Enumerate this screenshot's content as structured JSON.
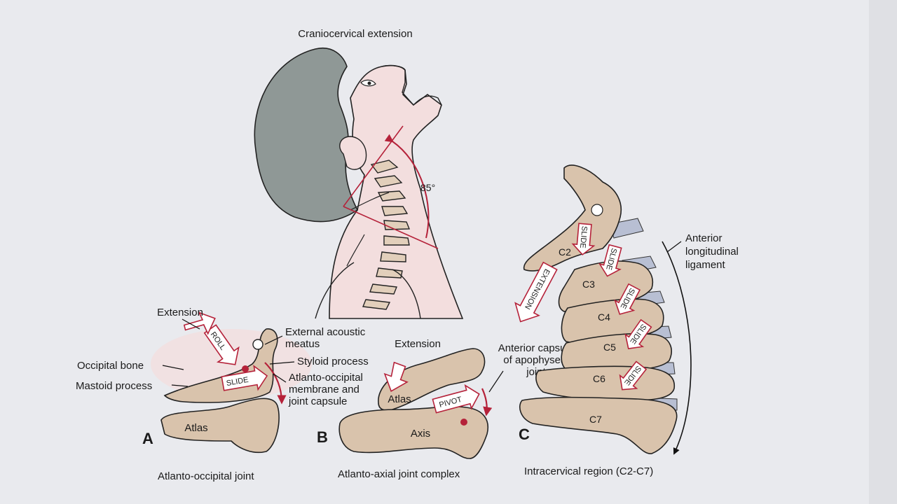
{
  "title": "Craniocervical extension",
  "angle": "85°",
  "panels": {
    "a": {
      "letter": "A",
      "caption": "Atlanto-occipital joint",
      "labels": {
        "extension": "Extension",
        "occipital_bone": "Occipital bone",
        "mastoid_process": "Mastoid process",
        "external_acoustic_1": "External acoustic",
        "external_acoustic_2": "meatus",
        "styloid_process": "Styloid process",
        "membrane_1": "Atlanto-occipital",
        "membrane_2": "membrane and",
        "membrane_3": "joint capsule",
        "atlas": "Atlas"
      },
      "arrows": {
        "roll": "ROLL",
        "slide": "SLIDE"
      }
    },
    "b": {
      "letter": "B",
      "caption": "Atlanto-axial joint complex",
      "labels": {
        "extension": "Extension",
        "capsule_1": "Anterior capsule",
        "capsule_2": "of apophyseal",
        "capsule_3": "joint",
        "atlas": "Atlas",
        "axis": "Axis"
      },
      "arrows": {
        "pivot": "PIVOT"
      }
    },
    "c": {
      "letter": "C",
      "caption": "Intracervical region (C2-C7)",
      "labels": {
        "ligament_1": "Anterior",
        "ligament_2": "longitudinal",
        "ligament_3": "ligament"
      },
      "vertebrae": [
        "C2",
        "C3",
        "C4",
        "C5",
        "C6",
        "C7"
      ],
      "arrows": {
        "extension": "EXTENSION",
        "slide": "SLIDE"
      }
    }
  },
  "colors": {
    "bone": "#d9c3ac",
    "skin": "#f3dede",
    "hair": "#8f9896",
    "accent": "#b5223a",
    "disc": "#b8bfd3"
  }
}
